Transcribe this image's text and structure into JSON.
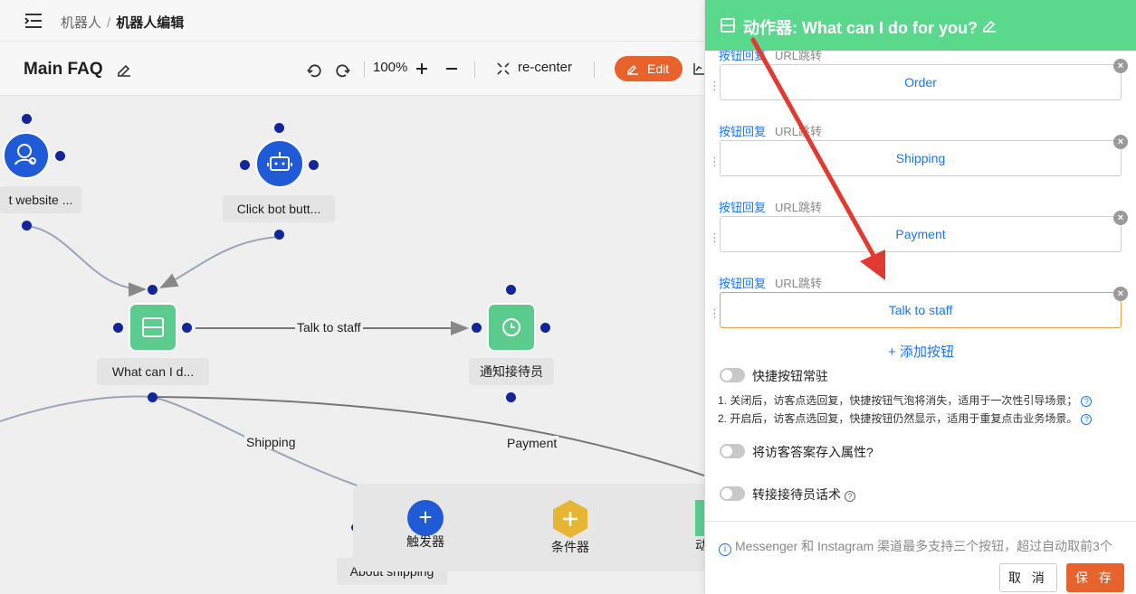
{
  "breadcrumb": {
    "parent": "机器人",
    "separator": "/",
    "current": "机器人编辑"
  },
  "toolbar": {
    "flow_title": "Main FAQ",
    "zoom": "100%",
    "recenter_label": "re-center",
    "edit_label": "Edit"
  },
  "canvas": {
    "nodes": {
      "visitor_label": "t website ...",
      "bot_click_label": "Click bot butt...",
      "action_label": "What can I d...",
      "notify_label": "通知接待员",
      "about_label": "About shipping"
    },
    "edges": {
      "talk": "Talk to staff",
      "shipping": "Shipping",
      "payment": "Payment"
    }
  },
  "bottom_bar": {
    "trigger_label": "触发器",
    "condition_label": "条件器",
    "action_label": "动"
  },
  "panel": {
    "title": "动作器: What can I do for you?",
    "tab_reply": "按钮回复",
    "tab_url": "URL跳转",
    "buttons": [
      {
        "label": "Order"
      },
      {
        "label": "Shipping"
      },
      {
        "label": "Payment"
      },
      {
        "label": "Talk to staff"
      }
    ],
    "add_button": "+ 添加按钮",
    "toggle_pin": "快捷按钮常驻",
    "note1": "1. 关闭后，访客点选回复，快捷按钮气泡将消失，适用于一次性引导场景；",
    "note2": "2. 开启后，访客点选回复，快捷按钮仍然显示，适用于重复点击业务场景。",
    "toggle_save": "将访客答案存入属性?",
    "toggle_transfer": "转接接待员话术",
    "info": "Messenger 和 Instagram 渠道最多支持三个按钮，超过自动取前3个",
    "cancel": "取 消",
    "save": "保 存"
  },
  "colors": {
    "accent": "#e8622c",
    "header_green": "#5ad98d",
    "node_blue": "#1f5bd6",
    "node_green": "#5ccb8e",
    "link": "#1677ff"
  }
}
